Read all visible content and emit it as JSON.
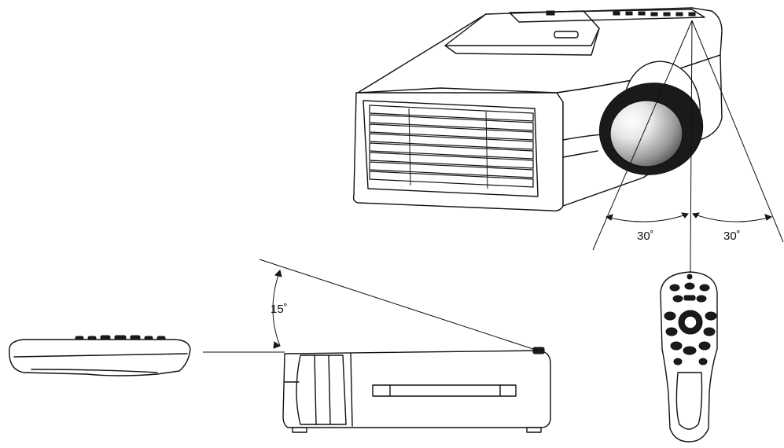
{
  "diagram": {
    "labels": {
      "vertical_angle": "15˚",
      "horizontal_angle_left": "30˚",
      "horizontal_angle_right": "30˚"
    },
    "colors": {
      "line": "#111111",
      "background": "#ffffff",
      "lens_highlight": "#f4f4f4",
      "lens_shadow": "#7a7a7a"
    },
    "components": [
      {
        "name": "projector-front-view",
        "icon": "projector-3d"
      },
      {
        "name": "projector-side-view",
        "icon": "projector-side"
      },
      {
        "name": "remote-side-view",
        "icon": "remote-profile"
      },
      {
        "name": "remote-top-view",
        "icon": "remote-top"
      }
    ]
  }
}
